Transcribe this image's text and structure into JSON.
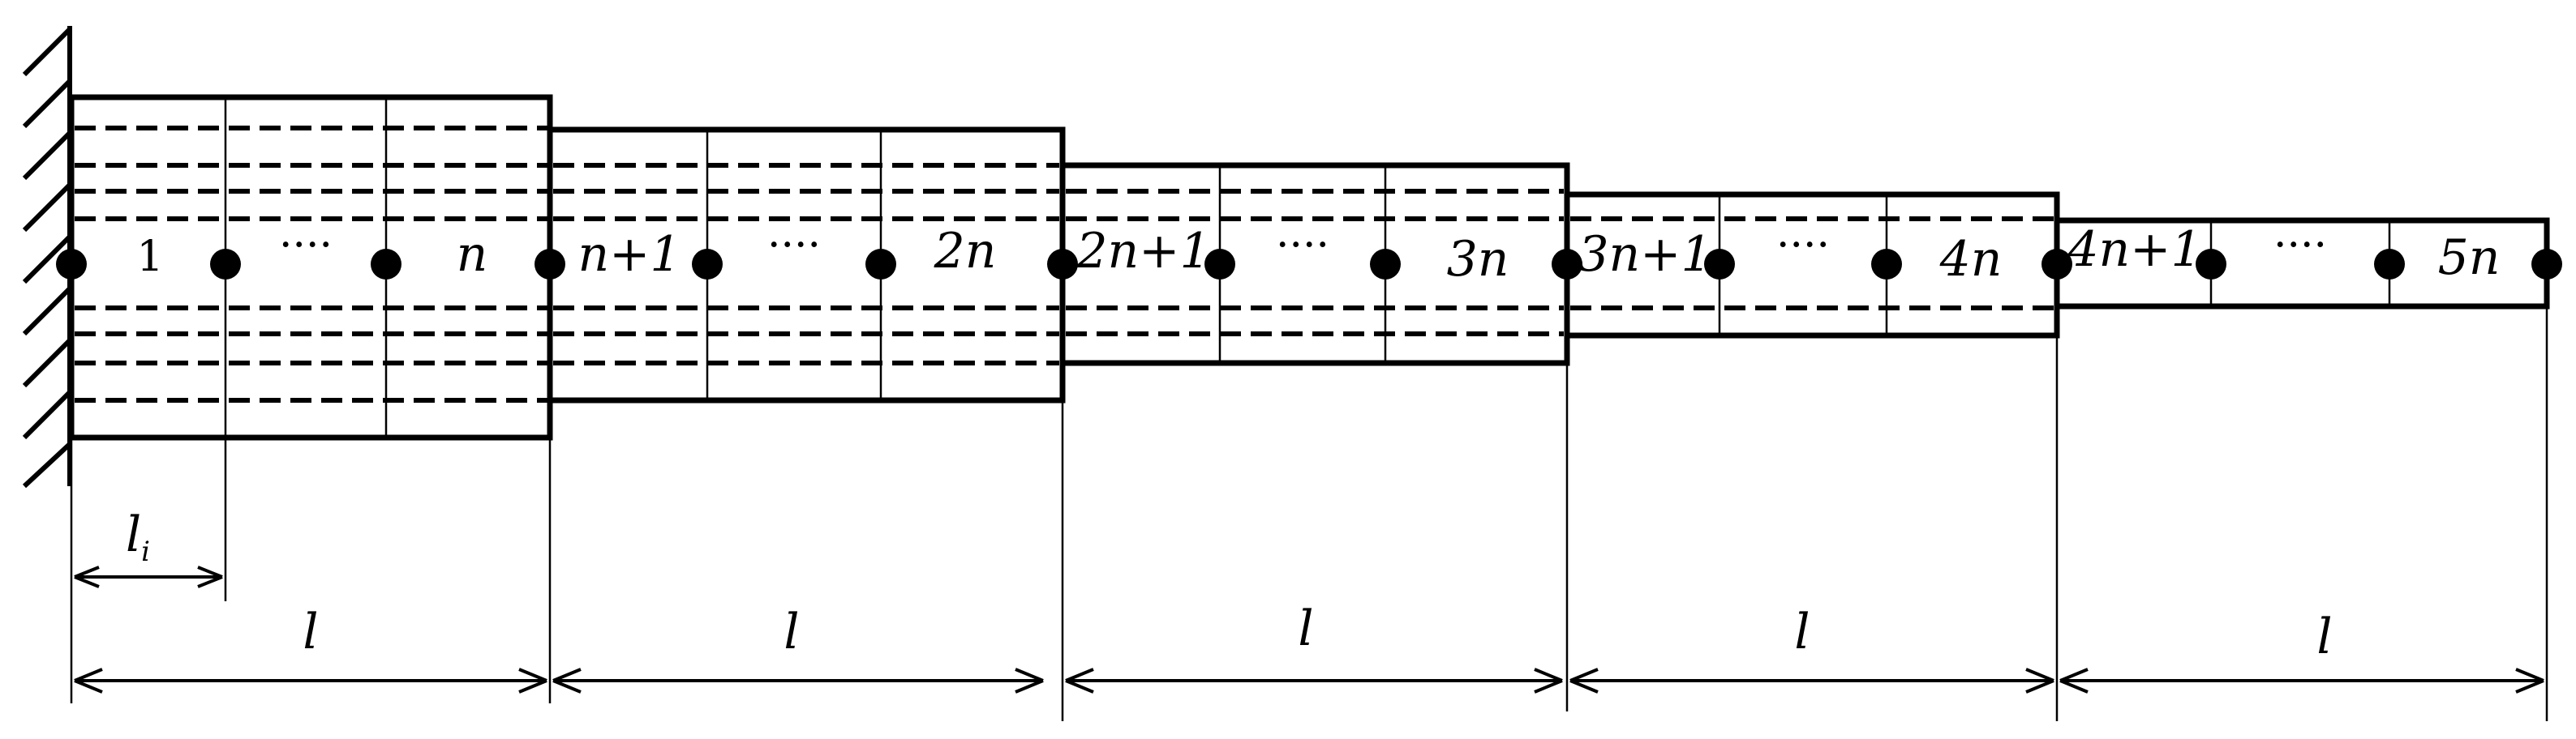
{
  "segments": [
    {
      "label_first": "1",
      "dots": "····",
      "label_last": "n",
      "dim": "l"
    },
    {
      "label_first": "n+1",
      "dots": "····",
      "label_last": "2n",
      "dim": "l"
    },
    {
      "label_first": "2n+1",
      "dots": "····",
      "label_last": "3n",
      "dim": "l"
    },
    {
      "label_first": "3n+1",
      "dots": "····",
      "label_last": "4n",
      "dim": "l"
    },
    {
      "label_first": "4n+1",
      "dots": "····",
      "label_last": "5n",
      "dim": "l"
    }
  ],
  "element_length": {
    "base": "l",
    "sub": "i"
  }
}
